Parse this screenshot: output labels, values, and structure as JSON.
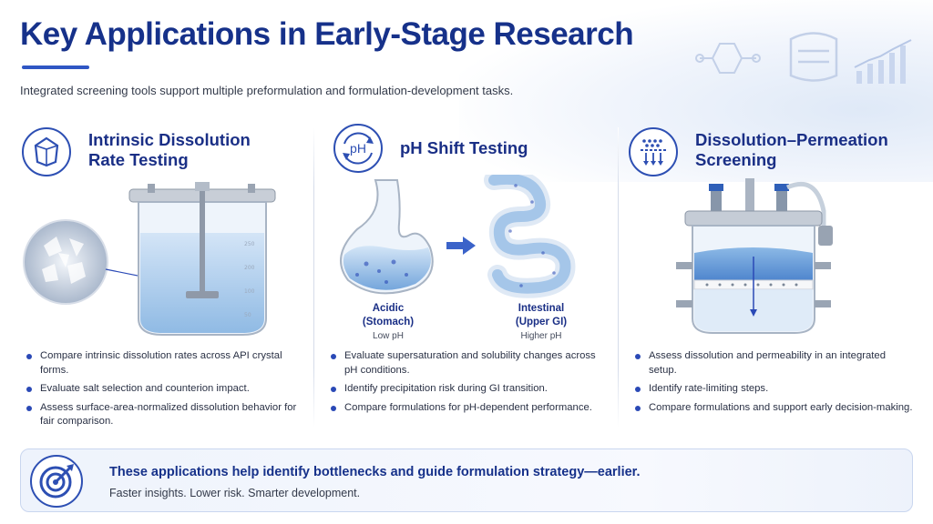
{
  "header": {
    "title": "Key Applications in Early-Stage Research",
    "subtitle": "Integrated screening tools support multiple preformulation and formulation-development tasks."
  },
  "panels": [
    {
      "title_line1": "Intrinsic Dissolution",
      "title_line2": "Rate Testing",
      "icon": "crystal-icon",
      "bullets": [
        "Compare intrinsic dissolution rates across API crystal forms.",
        "Evaluate salt selection and counterion impact.",
        "Assess surface-area-normalized dissolution behavior for fair comparison."
      ]
    },
    {
      "title": "pH Shift Testing",
      "icon": "ph-cycle-icon",
      "icon_text": "pH",
      "stage_left": {
        "label_line1": "Acidic",
        "label_line2": "(Stomach)",
        "sub": "Low pH"
      },
      "stage_right": {
        "label_line1": "Intestinal",
        "label_line2": "(Upper GI)",
        "sub": "Higher pH"
      },
      "bullets": [
        "Evaluate supersaturation and solubility changes across pH conditions.",
        "Identify precipitation risk during GI transition.",
        "Compare formulations for pH-dependent performance."
      ]
    },
    {
      "title_line1": "Dissolution–Permeation",
      "title_line2": "Screening",
      "icon": "membrane-permeation-icon",
      "bullets": [
        "Assess dissolution and permeability in an integrated setup.",
        "Identify rate-limiting steps.",
        "Compare formulations and support early decision-making."
      ]
    }
  ],
  "footer": {
    "icon": "target-icon",
    "main": "These applications help identify bottlenecks and guide formulation strategy—earlier.",
    "sub": "Faster insights. Lower risk. Smarter development."
  },
  "colors": {
    "primary": "#16318a",
    "accent": "#2f56c4",
    "liquid": "#6fa4dc"
  }
}
